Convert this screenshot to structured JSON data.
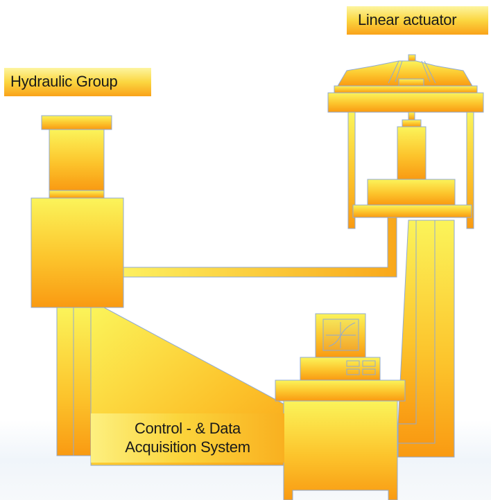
{
  "labels": {
    "hydraulic_group": "Hydraulic Group",
    "linear_actuator": "Linear actuator",
    "control_line1": "Control - & Data",
    "control_line2": "Acquisition System"
  },
  "colors": {
    "gradient_top": "#fbf45a",
    "gradient_mid": "#fcc42c",
    "gradient_bottom": "#f99a12",
    "outline": "#7f9fcf"
  }
}
